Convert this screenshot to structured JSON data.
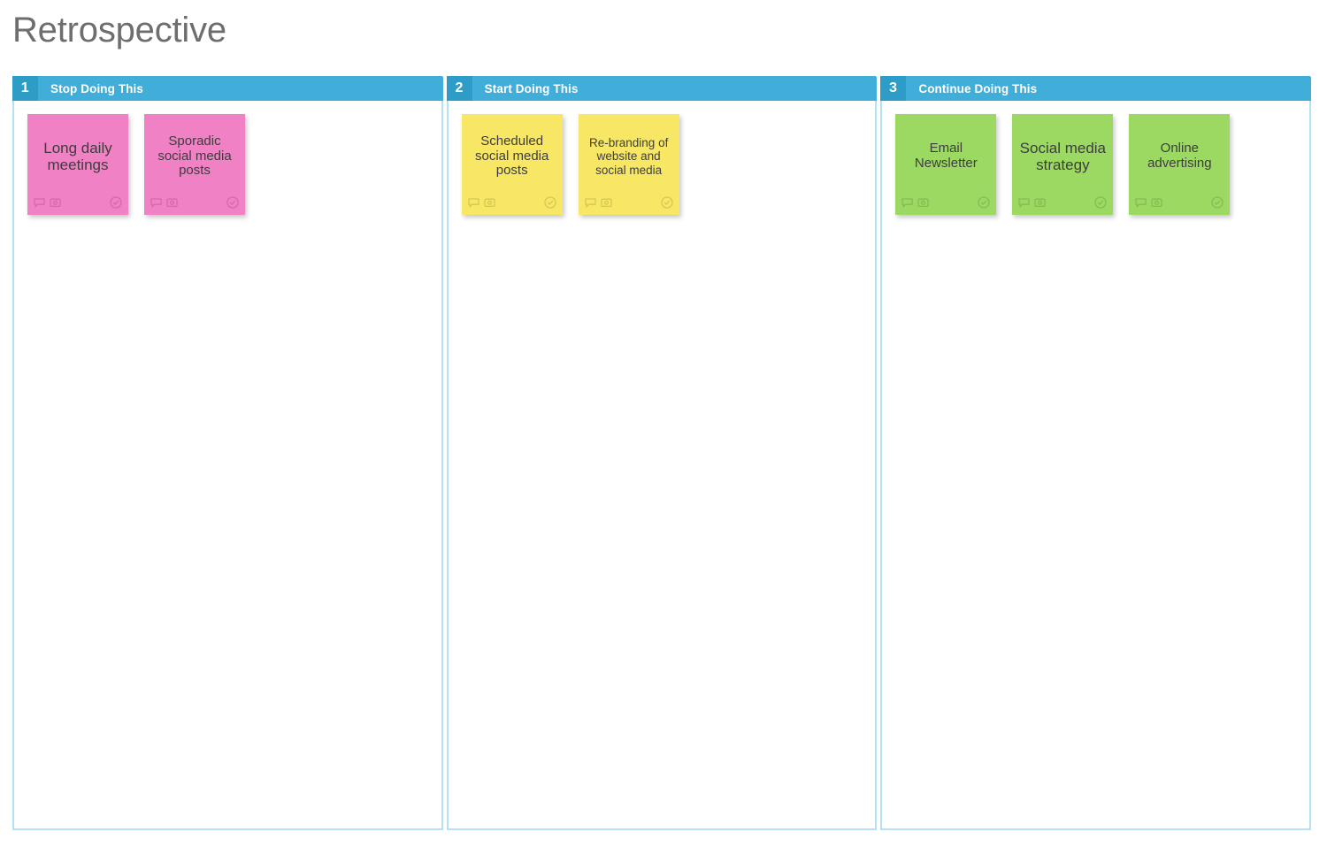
{
  "board": {
    "title": "Retrospective",
    "accent_header": "#41add9",
    "accent_number_box": "#2d9cc6",
    "column_border": "#b5e2f3",
    "title_color": "#6e6e6e"
  },
  "icons": {
    "comment": "comment-icon",
    "photo": "photo-icon",
    "check": "check-circle-icon"
  },
  "columns": [
    {
      "number": "1",
      "title": "Stop Doing This",
      "color": "#f081c4",
      "notes": [
        {
          "text": "Long daily meetings",
          "size": "size-lg"
        },
        {
          "text": "Sporadic social media posts",
          "size": "size-md"
        }
      ]
    },
    {
      "number": "2",
      "title": "Start Doing This",
      "color": "#f7e765",
      "notes": [
        {
          "text": "Scheduled social media posts",
          "size": "size-md"
        },
        {
          "text": "Re-branding of website and social media",
          "size": "size-sm"
        }
      ]
    },
    {
      "number": "3",
      "title": "Continue Doing This",
      "color": "#9bd963",
      "notes": [
        {
          "text": "Email Newsletter",
          "size": "size-md"
        },
        {
          "text": "Social media strategy",
          "size": "size-lg"
        },
        {
          "text": "Online advertising",
          "size": "size-md"
        }
      ]
    }
  ]
}
